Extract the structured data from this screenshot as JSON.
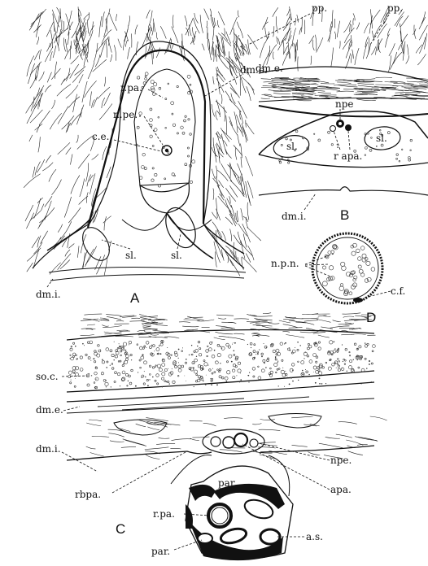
{
  "figure": {
    "panels": [
      {
        "id": "A",
        "letter": "A",
        "labels": [
          "pp.",
          "r.pa.",
          "n.pe.",
          "c.e.",
          "dm.e.",
          "sl.",
          "sl.",
          "dm.i."
        ]
      },
      {
        "id": "B",
        "letter": "B",
        "labels": [
          "pp.",
          "dm.e.",
          "npe",
          "sl.",
          "sl.",
          "r apa.",
          "dm.i."
        ]
      },
      {
        "id": "D",
        "letter": "D",
        "labels": [
          "n.p.n.",
          "c.f."
        ]
      },
      {
        "id": "C",
        "letter": "C",
        "labels": [
          "so.c.",
          "dm.e.",
          "dm.i.",
          "npe.",
          "apa.",
          "rbpa.",
          "par",
          "r.pa.",
          "a.s.",
          "par."
        ]
      }
    ]
  }
}
